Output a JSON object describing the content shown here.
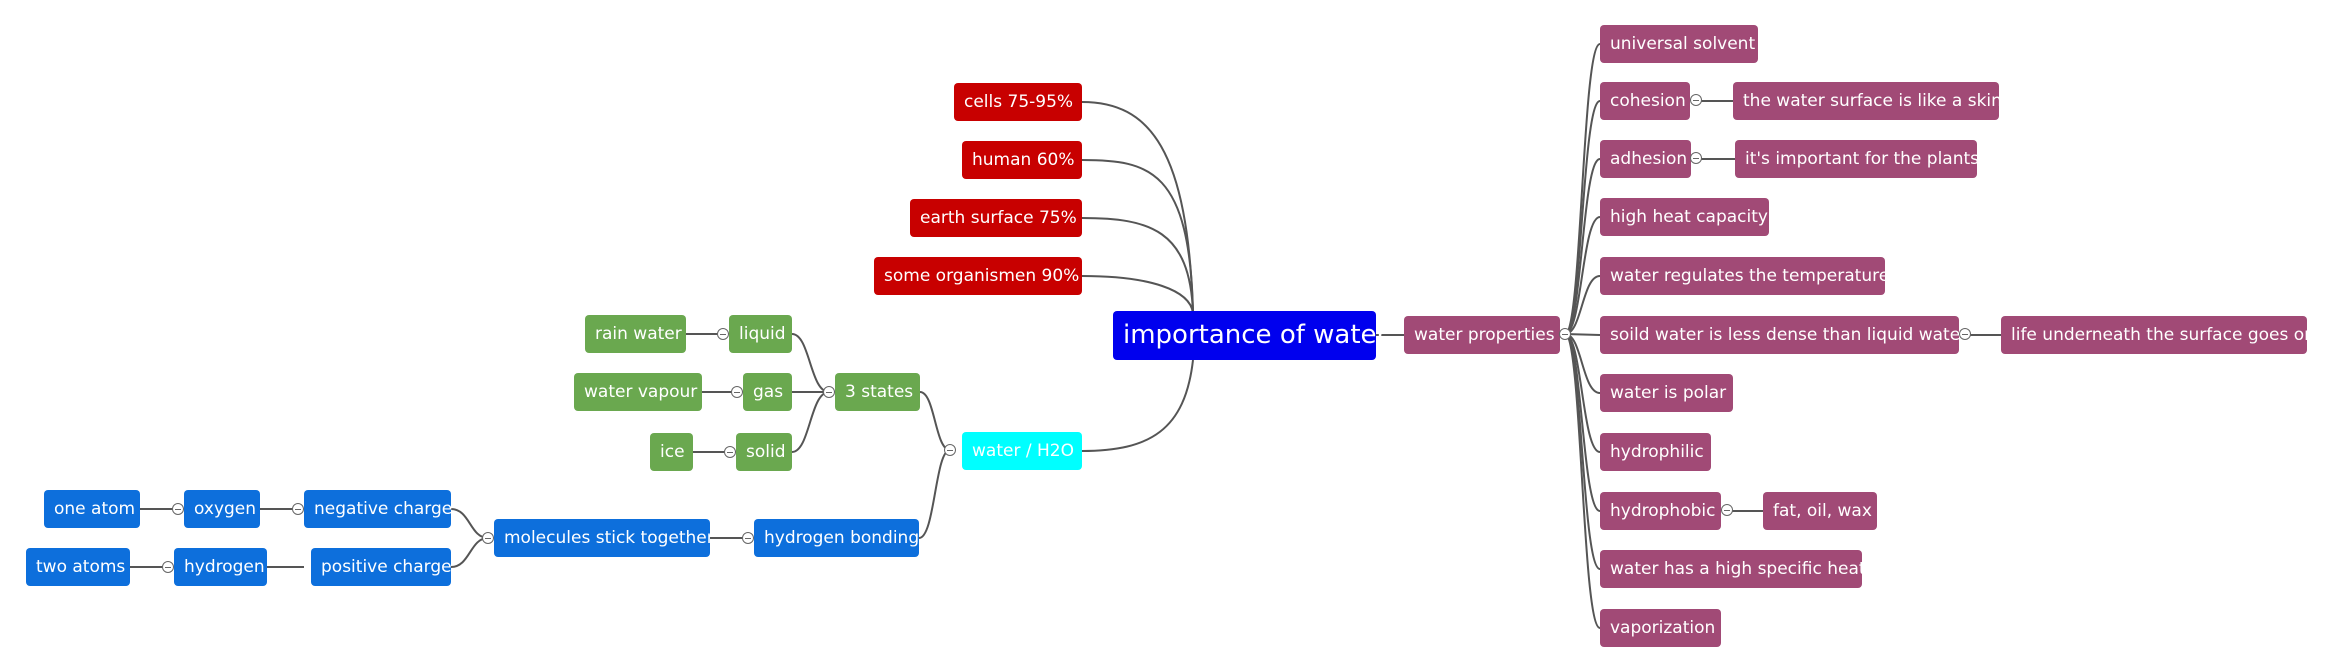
{
  "root": "importance of water",
  "percentages": [
    "cells 75-95%",
    "human 60%",
    "earth surface 75%",
    "some organismen 90%"
  ],
  "water_h2o": {
    "label": "water / H2O",
    "states_label": "3 states",
    "states": [
      {
        "state": "liquid",
        "example": "rain water"
      },
      {
        "state": "gas",
        "example": "water vapour"
      },
      {
        "state": "solid",
        "example": "ice"
      }
    ],
    "bonding": {
      "label": "hydrogen bonding",
      "molecules": "molecules stick together",
      "charges": [
        {
          "charge": "negative charge",
          "element": "oxygen",
          "atoms": "one atom"
        },
        {
          "charge": "positive charge",
          "element": "hydrogen",
          "atoms": "two atoms"
        }
      ]
    }
  },
  "properties": {
    "label": "water properties",
    "items": [
      {
        "label": "universal solvent"
      },
      {
        "label": "cohesion",
        "detail": "the water surface is like a skin"
      },
      {
        "label": "adhesion",
        "detail": "it's important for the plants"
      },
      {
        "label": "high heat capacity"
      },
      {
        "label": "water regulates the temperature"
      },
      {
        "label": "soild water is less dense than liquid water",
        "detail": "life underneath the surface goes on"
      },
      {
        "label": "water is polar"
      },
      {
        "label": "hydrophilic"
      },
      {
        "label": "hydrophobic",
        "detail": "fat, oil, wax"
      },
      {
        "label": "water has a high specific heat"
      },
      {
        "label": "vaporization"
      }
    ]
  },
  "colors": {
    "percent": "#c80000",
    "properties": "#a14a76",
    "states": "#6aa84f",
    "bonding": "#0d6fdc",
    "h2o": "#00ffff",
    "root": "#0000ee",
    "line": "#555555"
  }
}
